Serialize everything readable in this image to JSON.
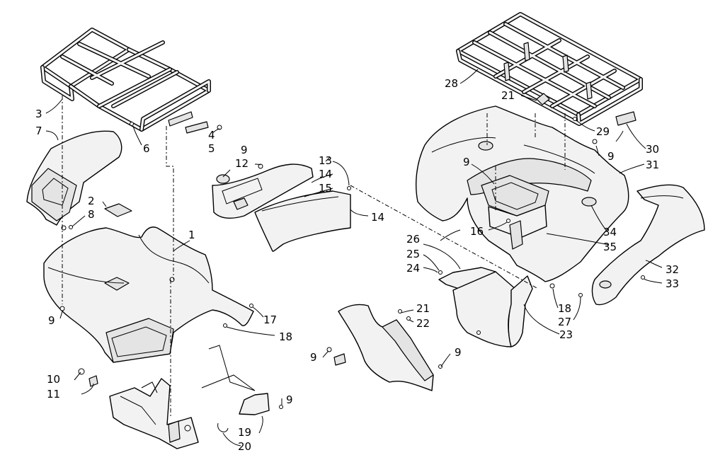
{
  "diagram": {
    "callouts": [
      {
        "id": "c1",
        "text": "1"
      },
      {
        "id": "c2",
        "text": "2"
      },
      {
        "id": "c3",
        "text": "3"
      },
      {
        "id": "c4",
        "text": "4"
      },
      {
        "id": "c5",
        "text": "5"
      },
      {
        "id": "c6",
        "text": "6"
      },
      {
        "id": "c7",
        "text": "7"
      },
      {
        "id": "c8",
        "text": "8"
      },
      {
        "id": "c9a",
        "text": "9"
      },
      {
        "id": "c9b",
        "text": "9"
      },
      {
        "id": "c9c",
        "text": "9"
      },
      {
        "id": "c9d",
        "text": "9"
      },
      {
        "id": "c9e",
        "text": "9"
      },
      {
        "id": "c9f",
        "text": "9"
      },
      {
        "id": "c9g",
        "text": "9"
      },
      {
        "id": "c10",
        "text": "10"
      },
      {
        "id": "c11",
        "text": "11"
      },
      {
        "id": "c12",
        "text": "12"
      },
      {
        "id": "c13",
        "text": "13"
      },
      {
        "id": "c14a",
        "text": "14"
      },
      {
        "id": "c14b",
        "text": "14"
      },
      {
        "id": "c15",
        "text": "15"
      },
      {
        "id": "c16",
        "text": "16"
      },
      {
        "id": "c17",
        "text": "17"
      },
      {
        "id": "c18a",
        "text": "18"
      },
      {
        "id": "c18b",
        "text": "18"
      },
      {
        "id": "c19",
        "text": "19"
      },
      {
        "id": "c20",
        "text": "20"
      },
      {
        "id": "c21a",
        "text": "21"
      },
      {
        "id": "c21b",
        "text": "21"
      },
      {
        "id": "c22",
        "text": "22"
      },
      {
        "id": "c23",
        "text": "23"
      },
      {
        "id": "c24",
        "text": "24"
      },
      {
        "id": "c25",
        "text": "25"
      },
      {
        "id": "c26",
        "text": "26"
      },
      {
        "id": "c27",
        "text": "27"
      },
      {
        "id": "c28",
        "text": "28"
      },
      {
        "id": "c29",
        "text": "29"
      },
      {
        "id": "c30",
        "text": "30"
      },
      {
        "id": "c31",
        "text": "31"
      },
      {
        "id": "c32",
        "text": "32"
      },
      {
        "id": "c33",
        "text": "33"
      },
      {
        "id": "c34",
        "text": "34"
      },
      {
        "id": "c35",
        "text": "35"
      }
    ]
  }
}
